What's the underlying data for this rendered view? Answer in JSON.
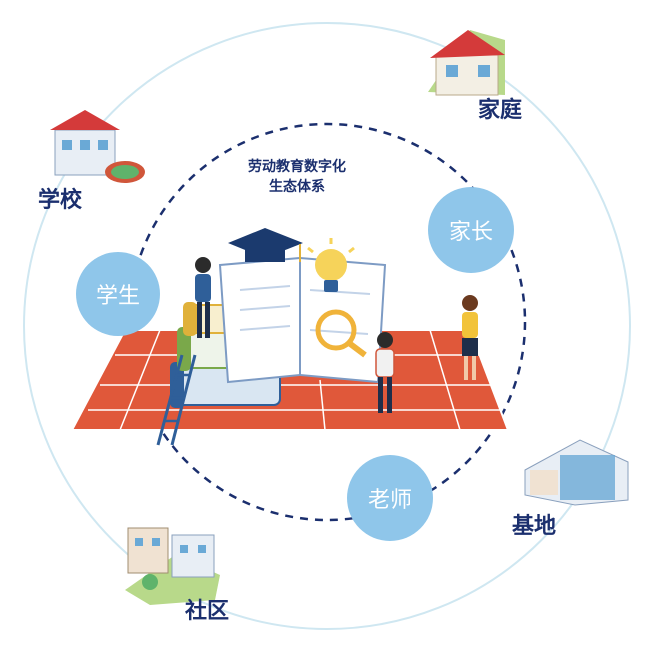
{
  "center_title": {
    "line1": "劳动教育数字化",
    "line2": "生态体系"
  },
  "roles": {
    "student": "学生",
    "parent": "家长",
    "teacher": "老师"
  },
  "places": {
    "school": "学校",
    "family": "家庭",
    "base": "基地",
    "community": "社区"
  },
  "colors": {
    "outer_ring": "#cfe7f1",
    "inner_ring": "#1b2f6e",
    "bubble": "#8fc6ea",
    "label": "#1b2f6e",
    "track": "#e0583a"
  }
}
